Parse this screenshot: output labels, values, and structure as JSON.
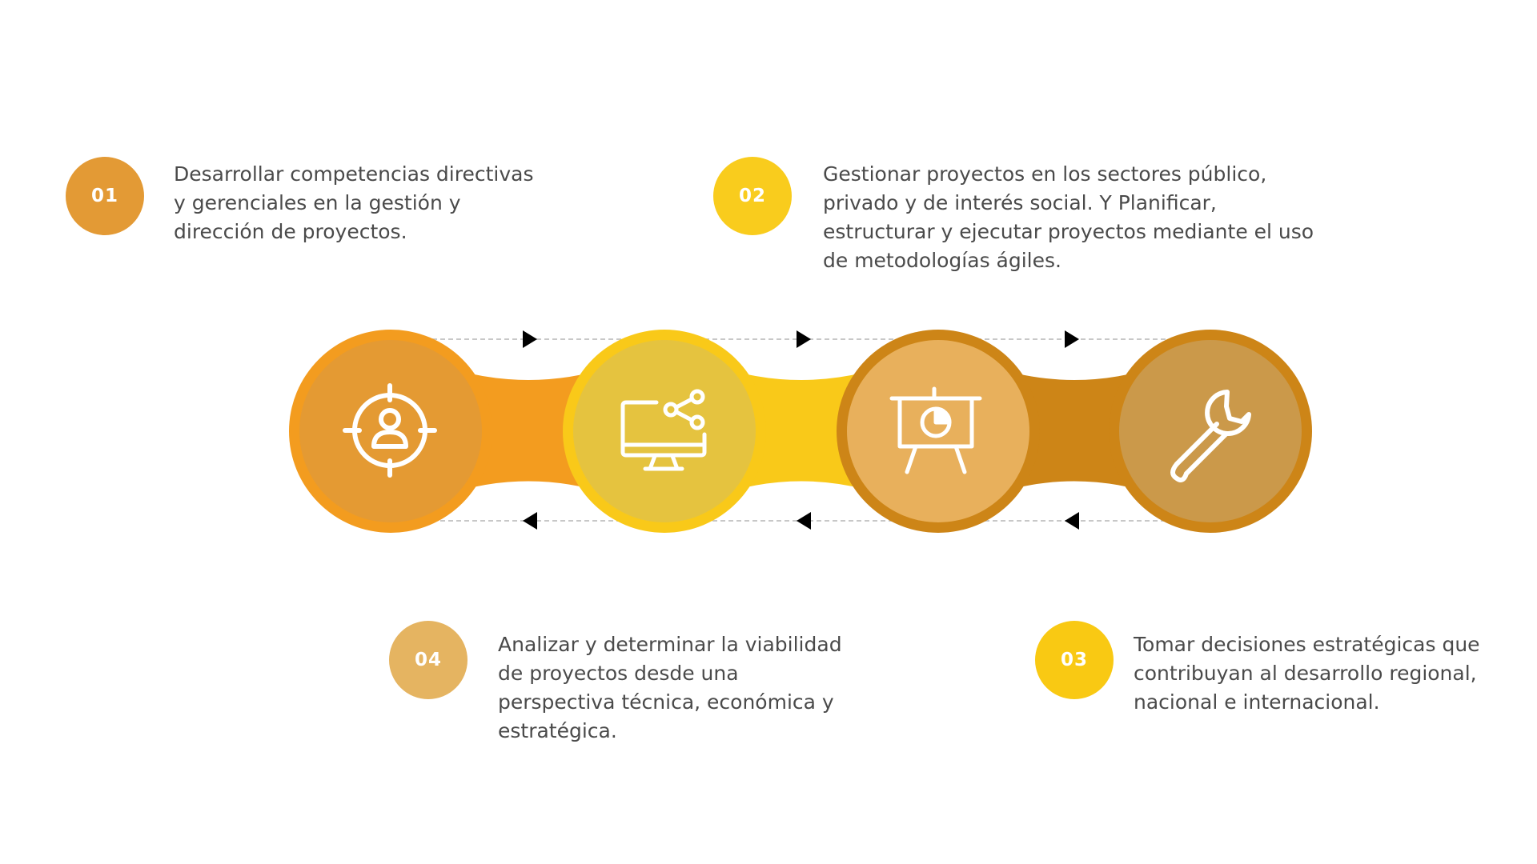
{
  "colors": {
    "orange": "#f39c1f",
    "orange_inner": "#e49a33",
    "yellow": "#f9c919",
    "yellow_inner": "#e5c33f",
    "amber": "#cd8517",
    "amber_inner": "#e8b05c",
    "bronze_inner": "#cb994a",
    "badge_01": "#e39a35",
    "badge_02": "#f9cc1d",
    "badge_03": "#f9c913",
    "badge_04": "#e5b461",
    "arrow": "#000000",
    "dash_line": "#c8c8c8"
  },
  "steps": [
    {
      "number": "01",
      "text": "Desarrollar competencias directivas\ny gerenciales en la gestión y\ndirección de proyectos."
    },
    {
      "number": "02",
      "text": "Gestionar proyectos en los sectores público,\nprivado y de interés social. Y Planificar,\nestructurar y ejecutar proyectos mediante el uso\nde metodologías ágiles."
    },
    {
      "number": "03",
      "text": "Tomar decisiones estratégicas que\ncontribuyan al desarrollo regional,\nnacional e internacional."
    },
    {
      "number": "04",
      "text": "Analizar y determinar la viabilidad\nde proyectos desde una\nperspectiva técnica, económica y\nestratégica."
    }
  ],
  "icons": [
    "target-person-icon",
    "monitor-share-icon",
    "presentation-chart-icon",
    "wrench-icon"
  ]
}
